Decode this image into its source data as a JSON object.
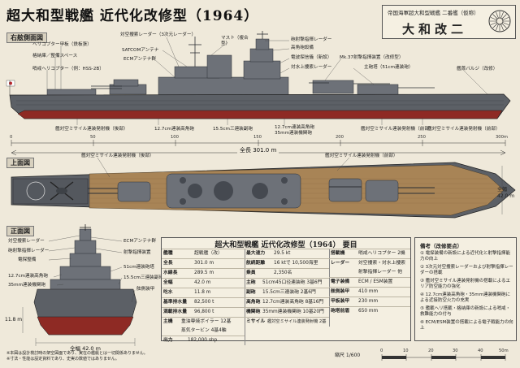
{
  "title": "超大和型戦艦 近代化改修型（1964）",
  "cartouche": {
    "subtitle": "帝国海軍超大和型戦艦 二番艦（仮称）",
    "name": "大和改二"
  },
  "sections": {
    "side": "右舷側面図",
    "top": "上面図",
    "front": "正面図"
  },
  "side_annotations": [
    "ヘリコプター甲板（鉄板張）",
    "格納庫／整備スペース",
    "哨戒ヘリコプター（例：HSS-2B）",
    "対空捜索レーダー（3次元レーダー）",
    "SATCOMアンテナ",
    "ECMアンテナ群",
    "マスト（複合型）",
    "砲射撃指揮レーダー",
    "高角砲設備",
    "電波探信儀（新設）",
    "対水上捜索レーダー",
    "Mk.37射撃指揮装置（改修型）",
    "主砲塔（51cm連装砲）",
    "艦首バルジ（改修）",
    "艦対空ミサイル連装発射機（後部）",
    "12.7cm連装高角砲",
    "15.5cm三連装副砲",
    "12.7cm連装高角砲",
    "35mm連装機関砲",
    "艦対空ミサイル連装発射機（前部）",
    "艦対空ミサイル連装発射機（前部）"
  ],
  "ruler": {
    "ticks": [
      "0",
      "50",
      "100",
      "150",
      "200",
      "250",
      "300m"
    ],
    "overall": "全長 301.0 m"
  },
  "top_annotations": [
    "艦対空ミサイル連装発射機（後部）",
    "艦対空ミサイル連装発射機（前部）"
  ],
  "beam_label": "全幅\n42.0 m",
  "front_annotations": [
    "対空捜索レーダー",
    "砲射撃指揮レーダー",
    "電探整備",
    "12.7cm連装高角砲",
    "35mm連装機関砲",
    "ECMアンテナ群",
    "射撃指揮装置",
    "51cm連装砲塔",
    "15.5cm三連装副砲",
    "舷側装甲"
  ],
  "front_dims": {
    "height": "11.8 m",
    "beam": "全幅 42.0 m"
  },
  "specs": {
    "heading": "超大和型戦艦 近代化改修型（1964） 要目",
    "col1": [
      {
        "k": "艦種",
        "v": "超戦艦（改）"
      },
      {
        "k": "全長",
        "v": "301.0 m"
      },
      {
        "k": "水線長",
        "v": "289.5 m"
      },
      {
        "k": "全幅",
        "v": "42.0 m"
      },
      {
        "k": "吃水",
        "v": "11.8 m"
      },
      {
        "k": "基準排水量",
        "v": "82,500 t"
      },
      {
        "k": "満載排水量",
        "v": "96,800 t"
      },
      {
        "k": "主機",
        "v": "重油専焼ボイラー 12基"
      },
      {
        "k": "",
        "v": "蒸気タービン 4基4軸"
      },
      {
        "k": "出力",
        "v": "182,000 shp"
      }
    ],
    "col2": [
      {
        "k": "最大速力",
        "v": "29.5 kt"
      },
      {
        "k": "航続距離",
        "v": "16 ktで 10,500海里"
      },
      {
        "k": "乗員",
        "v": "2,350名"
      },
      {
        "k": "主砲",
        "v": "51cm45口径連装砲 3基6門"
      },
      {
        "k": "副砲",
        "v": "15.5cm三連装砲 2基6門"
      },
      {
        "k": "高角砲",
        "v": "12.7cm連装高角砲 8基16門"
      },
      {
        "k": "機関砲",
        "v": "35mm連装機関砲 10基20門"
      },
      {
        "k": "ミサイル",
        "v": "艦対空ミサイル連装発射機 2基"
      }
    ],
    "col3": [
      {
        "k": "搭載機",
        "v": "哨戒ヘリコプター 2機"
      },
      {
        "k": "レーダー",
        "v": "対空捜索・対水上捜索"
      },
      {
        "k": "",
        "v": "射撃指揮レーダー 他"
      },
      {
        "k": "電子装備",
        "v": "ECM / ESM装置"
      },
      {
        "k": "舷側装甲",
        "v": "410 mm"
      },
      {
        "k": "甲板装甲",
        "v": "230 mm"
      },
      {
        "k": "砲塔前盾",
        "v": "650 mm"
      }
    ]
  },
  "legend": {
    "title": "備考（改修要点）",
    "items": [
      "① 電探装備の新設による近代化と射撃指揮能力の向上",
      "② 3次元対空捜索レーダーおよび射撃指揮レーダーの搭載",
      "③ 艦対空ミサイル連装発射機の搭載によるエリア防空能力の強化",
      "④ 12.7cm連装高角砲・35mm連装機関砲による近接防空火力の充実",
      "⑤ 艦載ヘリ搭載・格納庫の新設による哨戒・救難能力の付与",
      "⑥ ECM/ESM装置の搭載による電子戦能力の向上"
    ]
  },
  "footnote": [
    "※本図は設計検討時の架空図面であり、実在の艦艇とは一切関係ありません。",
    "※寸法・性能は設定資料であり、史実の数値ではありません。"
  ],
  "scale": {
    "label": "縮尺 1/600",
    "ticks": [
      "0",
      "10",
      "20",
      "30",
      "40",
      "50m"
    ]
  },
  "colors": {
    "hull": "#5c6066",
    "hull_red": "#8e2a24",
    "deck_wood": "#a88456",
    "paper": "#efe9da"
  }
}
